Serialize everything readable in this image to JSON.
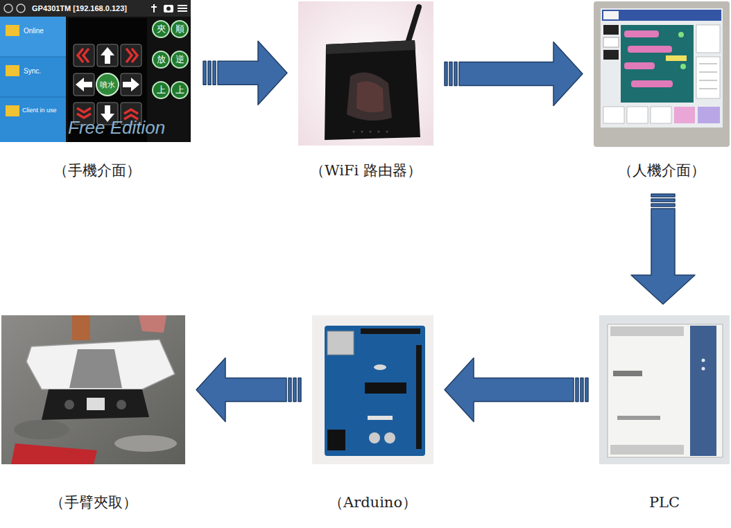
{
  "diagram": {
    "nodes": [
      {
        "text": [
          "（手機介面）"
        ]
      },
      {
        "text": [
          "（WiFi 路由器）"
        ]
      },
      {
        "text": [
          "（人機介面）"
        ]
      },
      {
        "text": [
          "（手臂夾取）"
        ]
      },
      {
        "text": [
          "（Arduino）"
        ]
      },
      {
        "text": [
          "PLC"
        ]
      }
    ],
    "edges": [
      {
        "from": 0,
        "to": 1,
        "arrow": "to"
      },
      {
        "from": 1,
        "to": 2,
        "arrow": "to"
      },
      {
        "from": 2,
        "to": 5,
        "arrow": "to"
      },
      {
        "from": 5,
        "to": 4,
        "arrow": "to"
      },
      {
        "from": 4,
        "to": 3,
        "arrow": "to"
      }
    ],
    "labels": [
      "GP4301TM [192.168.0.123]",
      "Online",
      "Sync.",
      "Client in use",
      "Free Edition",
      "噴水",
      "夾",
      "順",
      "放",
      "逆",
      "上",
      "上"
    ]
  }
}
